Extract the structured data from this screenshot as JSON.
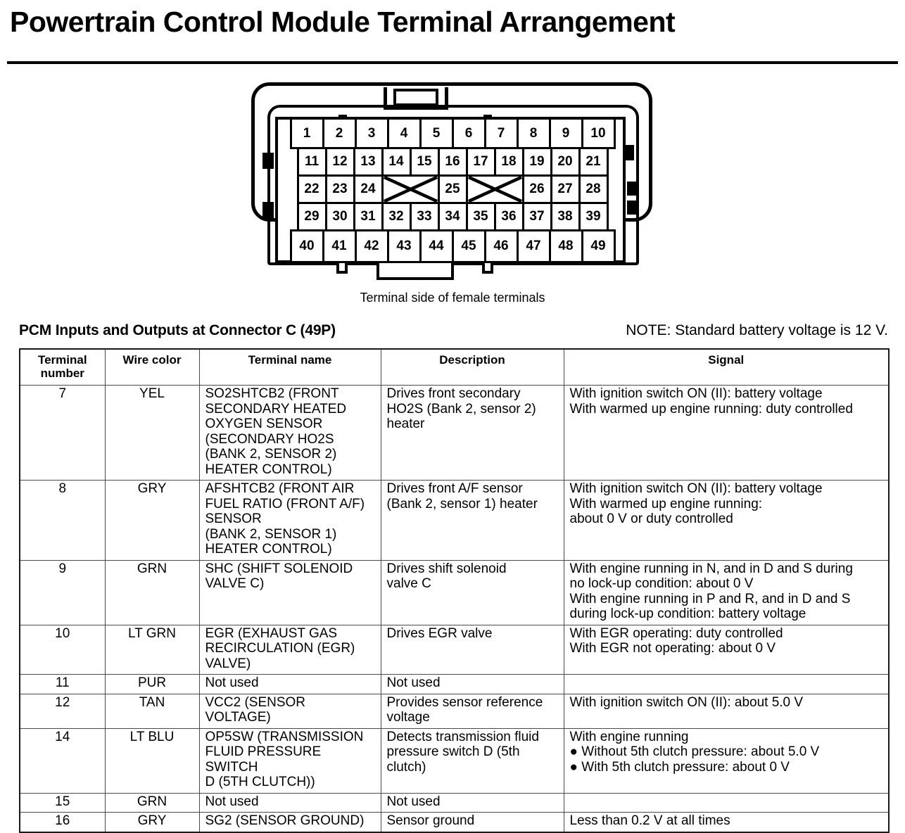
{
  "title": "Powertrain Control Module Terminal Arrangement",
  "connector": {
    "caption": "Terminal side of female terminals",
    "rows": [
      {
        "style": "wide",
        "cells": [
          "1",
          "2",
          "3",
          "4",
          "5",
          "6",
          "7",
          "8",
          "9",
          "10"
        ]
      },
      {
        "style": "narrow",
        "cells": [
          "11",
          "12",
          "13",
          "14",
          "15",
          "16",
          "17",
          "18",
          "19",
          "20",
          "21"
        ]
      },
      {
        "style": "narrow",
        "cells": [
          "22",
          "23",
          "24",
          "X",
          "25",
          "X",
          "26",
          "27",
          "28"
        ]
      },
      {
        "style": "narrow",
        "cells": [
          "29",
          "30",
          "31",
          "32",
          "33",
          "34",
          "35",
          "36",
          "37",
          "38",
          "39"
        ]
      },
      {
        "style": "wide",
        "cells": [
          "40",
          "41",
          "42",
          "43",
          "44",
          "45",
          "46",
          "47",
          "48",
          "49"
        ]
      }
    ]
  },
  "section": {
    "heading": "PCM Inputs and Outputs at Connector C (49P)",
    "note": "NOTE: Standard battery voltage is 12 V."
  },
  "table": {
    "headers": [
      "Terminal\nnumber",
      "Wire color",
      "Terminal name",
      "Description",
      "Signal"
    ],
    "rows": [
      {
        "terminal": "7",
        "wire": "YEL",
        "name": "SO2SHTCB2 (FRONT\nSECONDARY HEATED\nOXYGEN SENSOR\n(SECONDARY HO2S\n(BANK 2, SENSOR 2)\nHEATER CONTROL)",
        "description": "Drives front secondary\nHO2S (Bank 2, sensor 2)\nheater",
        "signal": "With ignition switch ON (II): battery voltage\nWith warmed up engine running: duty controlled"
      },
      {
        "terminal": "8",
        "wire": "GRY",
        "name": "AFSHTCB2 (FRONT AIR\nFUEL RATIO (FRONT A/F)\nSENSOR\n(BANK 2, SENSOR 1)\nHEATER CONTROL)",
        "description": "Drives front A/F sensor\n(Bank 2, sensor 1) heater",
        "signal": "With ignition switch ON (II): battery voltage\nWith warmed up engine running:\nabout 0 V or duty controlled"
      },
      {
        "terminal": "9",
        "wire": "GRN",
        "name": "SHC (SHIFT SOLENOID\nVALVE C)",
        "description": "Drives shift solenoid\nvalve C",
        "signal": "With engine running in N, and in D and S during\nno lock-up condition: about 0 V\nWith engine running in P and R, and in D and S\nduring lock-up condition: battery voltage"
      },
      {
        "terminal": "10",
        "wire": "LT GRN",
        "name": "EGR (EXHAUST GAS\nRECIRCULATION (EGR)\nVALVE)",
        "description": "Drives EGR valve",
        "signal": "With EGR operating: duty controlled\nWith EGR not operating: about 0 V"
      },
      {
        "terminal": "11",
        "wire": "PUR",
        "name": "Not used",
        "description": "Not used",
        "signal": ""
      },
      {
        "terminal": "12",
        "wire": "TAN",
        "name": "VCC2 (SENSOR VOLTAGE)",
        "description": "Provides sensor reference\nvoltage",
        "signal": "With ignition switch ON (II): about 5.0 V"
      },
      {
        "terminal": "14",
        "wire": "LT BLU",
        "name": "OP5SW (TRANSMISSION\nFLUID PRESSURE SWITCH\nD (5TH CLUTCH))",
        "description": "Detects transmission fluid\npressure switch D (5th\nclutch)",
        "signal": "With engine running\n● Without 5th clutch pressure: about 5.0 V\n● With 5th clutch pressure: about 0 V"
      },
      {
        "terminal": "15",
        "wire": "GRN",
        "name": "Not used",
        "description": "Not used",
        "signal": ""
      },
      {
        "terminal": "16",
        "wire": "GRY",
        "name": "SG2 (SENSOR GROUND)",
        "description": "Sensor ground",
        "signal": "Less than 0.2 V at all times"
      }
    ]
  }
}
